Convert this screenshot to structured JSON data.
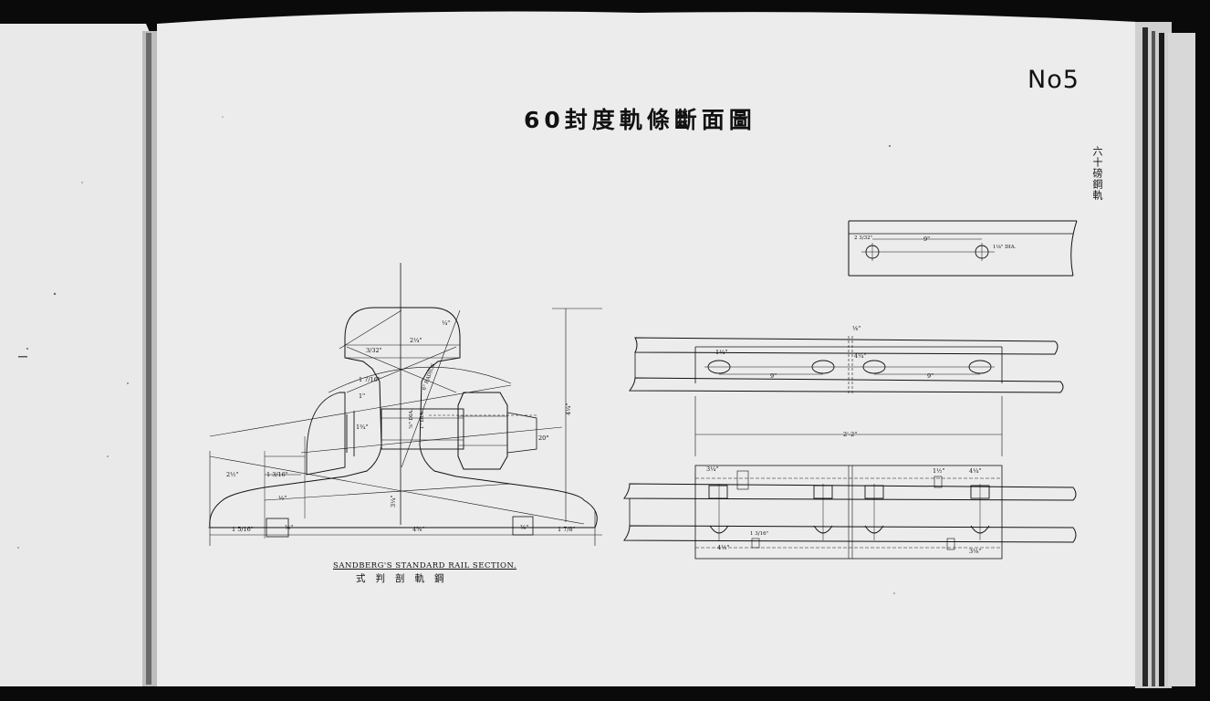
{
  "page": {
    "number": "No5",
    "title": "60封度軌條斷面圖",
    "side_label": "六十磅鋼軌"
  },
  "cross_section": {
    "caption_en": "SANDBERG'S STANDARD RAIL SECTION.",
    "caption_cn": "式判剖軌鋼",
    "dims": {
      "head_width": "2¼\"",
      "d_quarter": "¼\"",
      "d_3_32": "3/32\"",
      "d_1_7_16": "1 7/16\"",
      "d_6_radius": "6\" RADIUS",
      "d_1in": "1\"",
      "d_9_16": "9/16\"",
      "bolt_dia": "⅞\" DIA.",
      "hole_dia": "1\" DIA.",
      "angle": "20°",
      "height": "4¼\"",
      "web_height": "3¼\"",
      "d_2_1_2": "2½\"",
      "d_1_3_16": "1 3/16\"",
      "d_half": "½\"",
      "d_3_8": "⅜\"",
      "base_left": "1 5/16\"",
      "base_width": "4⅝\"",
      "base_right": "1 7/8\"",
      "d_1_3_4": "1¾\""
    }
  },
  "top_plan": {
    "d_left": "2 3/32\"",
    "d_spacing": "9\"",
    "d_dia": "1⅛\" DIA."
  },
  "fish_plate_elevation": {
    "d_top": "⅛\"",
    "d_1_1_4": "1¼\"",
    "d_4_1_4": "4¼\"",
    "d_9_left": "9\"",
    "d_9_right": "9\"",
    "d_length": "2'-2\""
  },
  "fish_plate_plan": {
    "d_3_1_4": "3¼\"",
    "d_1_1_2": "1½\"",
    "d_4_1_4": "4¼\"",
    "d_1_3_16": "1 3/16\"",
    "d_4_1_2": "4½\"",
    "d_3_1_8": "3⅛\""
  }
}
